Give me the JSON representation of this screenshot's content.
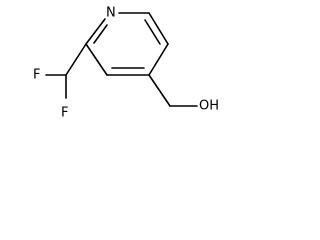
{
  "molecule": {
    "atoms": {
      "ring_nitrogen": "N",
      "fluorine_top": "F",
      "fluorine_bottom": "F",
      "hydroxyl": "OH"
    }
  }
}
